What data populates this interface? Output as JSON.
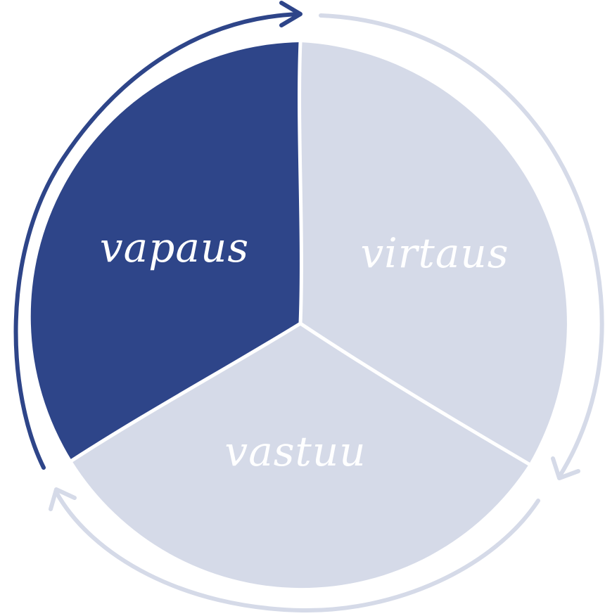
{
  "diagram": {
    "segments": [
      {
        "label": "vapaus",
        "color": "#2e4589",
        "text_color": "#ffffff",
        "highlighted": true
      },
      {
        "label": "virtaus",
        "color": "#d5dae8",
        "text_color": "#ffffff",
        "highlighted": false
      },
      {
        "label": "vastuu",
        "color": "#d5dae8",
        "text_color": "#ffffff",
        "highlighted": false
      }
    ],
    "arrows": [
      {
        "from": "vapaus",
        "to": "virtaus",
        "color": "#2e4589"
      },
      {
        "from": "virtaus",
        "to": "vastuu",
        "color": "#d5dae8"
      },
      {
        "from": "vastuu",
        "to": "vapaus",
        "color": "#d5dae8"
      }
    ],
    "divider_color": "#ffffff"
  }
}
